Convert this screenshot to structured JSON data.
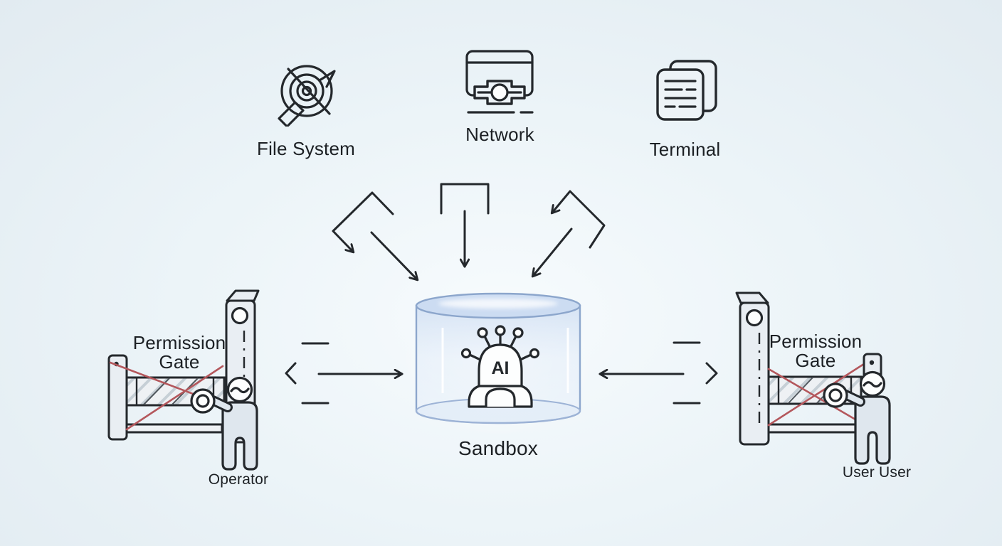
{
  "colors": {
    "background": "#e9f2f7",
    "line": "#24282c",
    "denied": "#b4575c",
    "glass": "#8ca6cc",
    "label": "#1c2024"
  },
  "resources": [
    {
      "name": "file-system",
      "label": "File System"
    },
    {
      "name": "network",
      "label": "Network"
    },
    {
      "name": "terminal",
      "label": "Terminal"
    }
  ],
  "sandbox": {
    "label": "Sandbox",
    "robot_label": "AI"
  },
  "gates": {
    "left": {
      "label": "Permission Gate",
      "actor": "Operator"
    },
    "right": {
      "label": "Permission Gate",
      "actor": "User User"
    }
  }
}
